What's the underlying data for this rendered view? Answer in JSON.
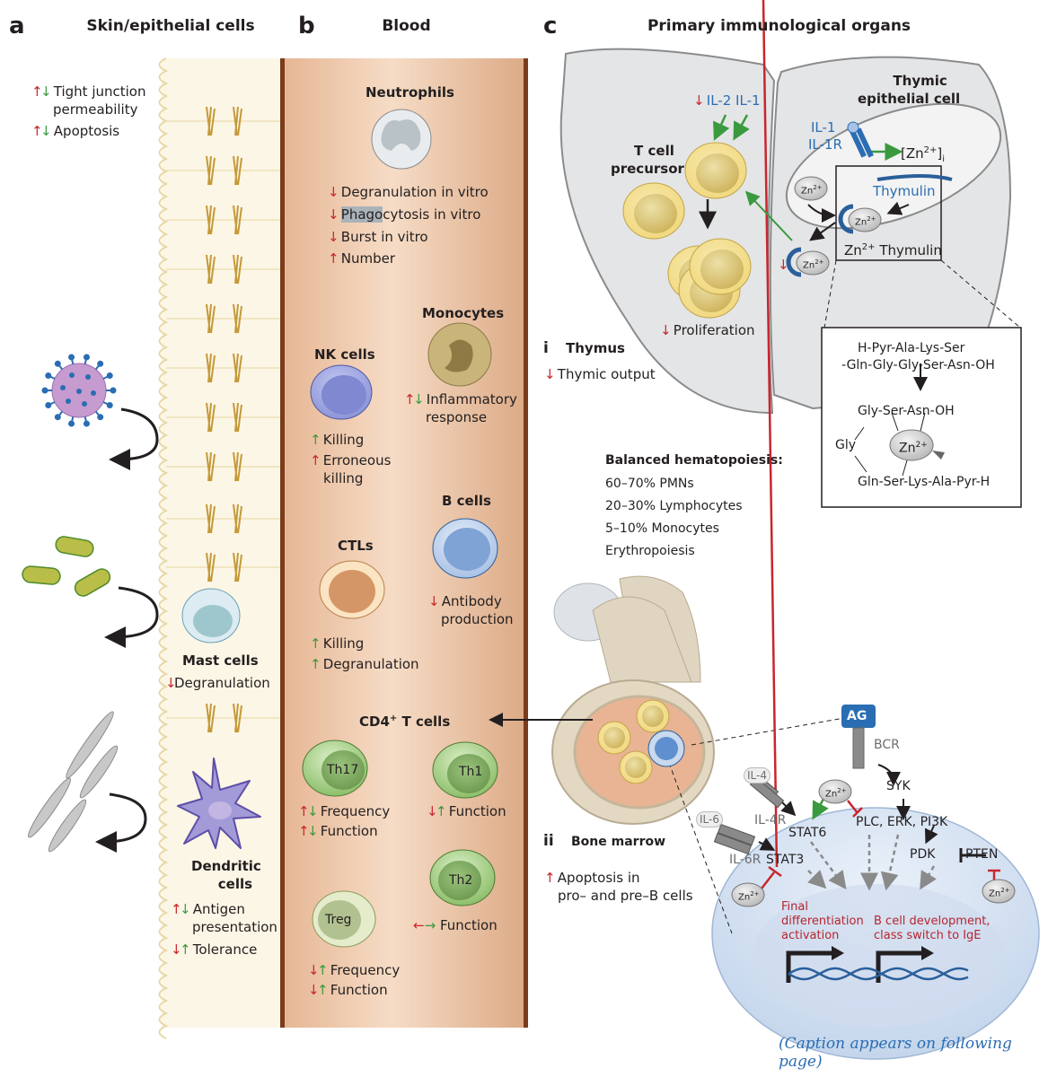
{
  "colors": {
    "skin_bg": "#fcf6e6",
    "blood_bg": "#efc7a8",
    "blood_border": "#7a3c1d",
    "thymus_grey": "#e4e5e6",
    "increase_arrow": "#c8262d",
    "decrease_arrow_green": "#3a9a3e",
    "cytokine_blue": "#2a6db3",
    "annotation_red": "#b5262f"
  },
  "panel_a": {
    "letter": "a",
    "title": "Skin/epithelial cells",
    "effects": [
      {
        "arrows": [
          "up-red",
          "down-green"
        ],
        "text": "Tight junction permeability",
        "line1": "Tight junction",
        "line2": "permeability"
      },
      {
        "arrows": [
          "up-red",
          "down-green"
        ],
        "text": "Apoptosis"
      }
    ],
    "pathogens": [
      "virus-icon",
      "bacteria-icon",
      "fungal-hyphae-icon"
    ],
    "mast_cells": {
      "title": "Mast cells",
      "effects": [
        {
          "arrows": [
            "down-red"
          ],
          "text": "Degranulation"
        }
      ]
    },
    "dendritic_cells": {
      "title_line1": "Dendritic",
      "title_line2": "cells",
      "effects": [
        {
          "arrows": [
            "up-red",
            "down-green"
          ],
          "line1": "Antigen",
          "line2": "presentation"
        },
        {
          "arrows": [
            "down-red",
            "up-green"
          ],
          "text": "Tolerance"
        }
      ]
    }
  },
  "panel_b": {
    "letter": "b",
    "title": "Blood",
    "neutrophils": {
      "title": "Neutrophils",
      "effects": [
        {
          "arrow": "down-red",
          "text": "Degranulation in vitro"
        },
        {
          "arrow": "down-red",
          "highlight": "Phago",
          "rest": "cytosis in vitro",
          "text": "Phagocytosis in vitro"
        },
        {
          "arrow": "down-red",
          "text": "Burst in vitro"
        },
        {
          "arrow": "up-red",
          "text": "Number"
        }
      ]
    },
    "monocytes": {
      "title": "Monocytes",
      "effects": [
        {
          "arrows": [
            "up-red",
            "down-green"
          ],
          "line1": "Inflammatory",
          "line2": "response"
        }
      ]
    },
    "nk_cells": {
      "title": "NK cells",
      "effects": [
        {
          "arrow": "up-green",
          "text": "Killing"
        },
        {
          "arrow": "up-red",
          "line1": "Erroneous",
          "line2": "killing"
        }
      ]
    },
    "b_cells": {
      "title": "B cells",
      "effects": [
        {
          "arrow": "down-red",
          "line1": "Antibody",
          "line2": "production"
        }
      ]
    },
    "ctls": {
      "title": "CTLs",
      "effects": [
        {
          "arrow": "up-green",
          "text": "Killing"
        },
        {
          "arrow": "up-green",
          "text": "Degranulation"
        }
      ]
    },
    "cd4_t_cells": {
      "title": "CD4",
      "title_sup": "+",
      "title_rest": " T cells",
      "th17": {
        "label": "Th17",
        "effects": [
          {
            "arrows": [
              "up-red",
              "down-green"
            ],
            "text": "Frequency"
          },
          {
            "arrows": [
              "up-red",
              "down-green"
            ],
            "text": "Function"
          }
        ]
      },
      "th1": {
        "label": "Th1",
        "effects": [
          {
            "arrows": [
              "down-red",
              "up-green"
            ],
            "text": "Function"
          }
        ]
      },
      "th2": {
        "label": "Th2",
        "effects": [
          {
            "arrows": [
              "left-red",
              "right-green"
            ],
            "text": "Function"
          }
        ]
      },
      "treg": {
        "label": "Treg",
        "effects": [
          {
            "arrows": [
              "down-red",
              "up-green"
            ],
            "text": "Frequency"
          },
          {
            "arrows": [
              "down-red",
              "up-green"
            ],
            "text": "Function"
          }
        ]
      }
    }
  },
  "panel_c": {
    "letter": "c",
    "title": "Primary immunological organs",
    "thymus": {
      "numeral": "i",
      "title": "Thymus",
      "effects": [
        {
          "arrow": "down-red",
          "text": "Thymic output"
        }
      ],
      "cytokines": {
        "il2": "IL-2",
        "il1": "IL-1",
        "il2_arrow": "down-red"
      },
      "t_cell_precursor_line1": "T cell",
      "t_cell_precursor_line2": "precursor",
      "proliferation": {
        "arrow": "down-red",
        "text": "Proliferation"
      },
      "thymic_epithelial_line1": "Thymic",
      "thymic_epithelial_line2": "epithelial cell",
      "il1_label": "IL-1",
      "il1r_label": "IL-1R",
      "zn_intracellular": "[Zn",
      "zn_sup": "2+",
      "zn_close": "]",
      "zn_sub": "i",
      "zn_ion": "Zn",
      "zn_ion_sup": "2+",
      "thymulin": "Thymulin",
      "zn_thymulin": "Zn",
      "zn_thymulin_sup": "2+",
      "zn_thymulin_rest": " Thymulin",
      "secreted_arrow": "down-red"
    },
    "thymulin_structure": {
      "line1": "H-Pyr-Ala-Lys-Ser",
      "line2": "-Gln-Gly-Gly-Ser-Asn-OH",
      "top": "Gly-Ser-Asn-OH",
      "left": "Gly",
      "bottom": "Gln-Ser-Lys-Ala-Pyr-H",
      "center": "Zn",
      "center_sup": "2+"
    },
    "hematopoiesis": {
      "title": "Balanced hematopoiesis:",
      "items": [
        "60–70% PMNs",
        "20–30%  Lymphocytes",
        "5–10% Monocytes",
        "Erythropoiesis"
      ]
    },
    "bone_marrow": {
      "numeral": "ii",
      "title": "Bone marrow",
      "effects": [
        {
          "arrow": "up-red",
          "line1": "Apoptosis in",
          "line2": "pro– and pre–B cells"
        }
      ]
    },
    "b_cell_signaling": {
      "ag": "AG",
      "bcr": "BCR",
      "syk": "SYK",
      "plc": "PLC, ERK, PI3K",
      "pdk": "PDK",
      "pten": "PTEN",
      "il4": "IL-4",
      "il4r": "IL-4R",
      "stat6": "STAT6",
      "il6": "IL-6",
      "il6r": "IL-6R",
      "stat3": "STAT3",
      "zn": "Zn",
      "zn_sup": "2+",
      "outcome_left": [
        "Final",
        "differentiation",
        "activation"
      ],
      "outcome_right": [
        "B cell development,",
        "class switch to IgE"
      ]
    }
  },
  "caption": "(Caption appears on following page)"
}
